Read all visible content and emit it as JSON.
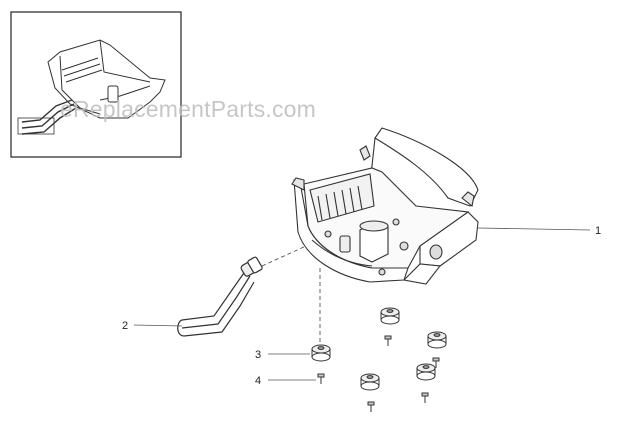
{
  "watermark": "eReplacementParts.com",
  "callouts": [
    {
      "number": "1",
      "part": "base-housing"
    },
    {
      "number": "2",
      "part": "heating-element"
    },
    {
      "number": "3",
      "part": "rubber-foot"
    },
    {
      "number": "4",
      "part": "screw"
    }
  ]
}
